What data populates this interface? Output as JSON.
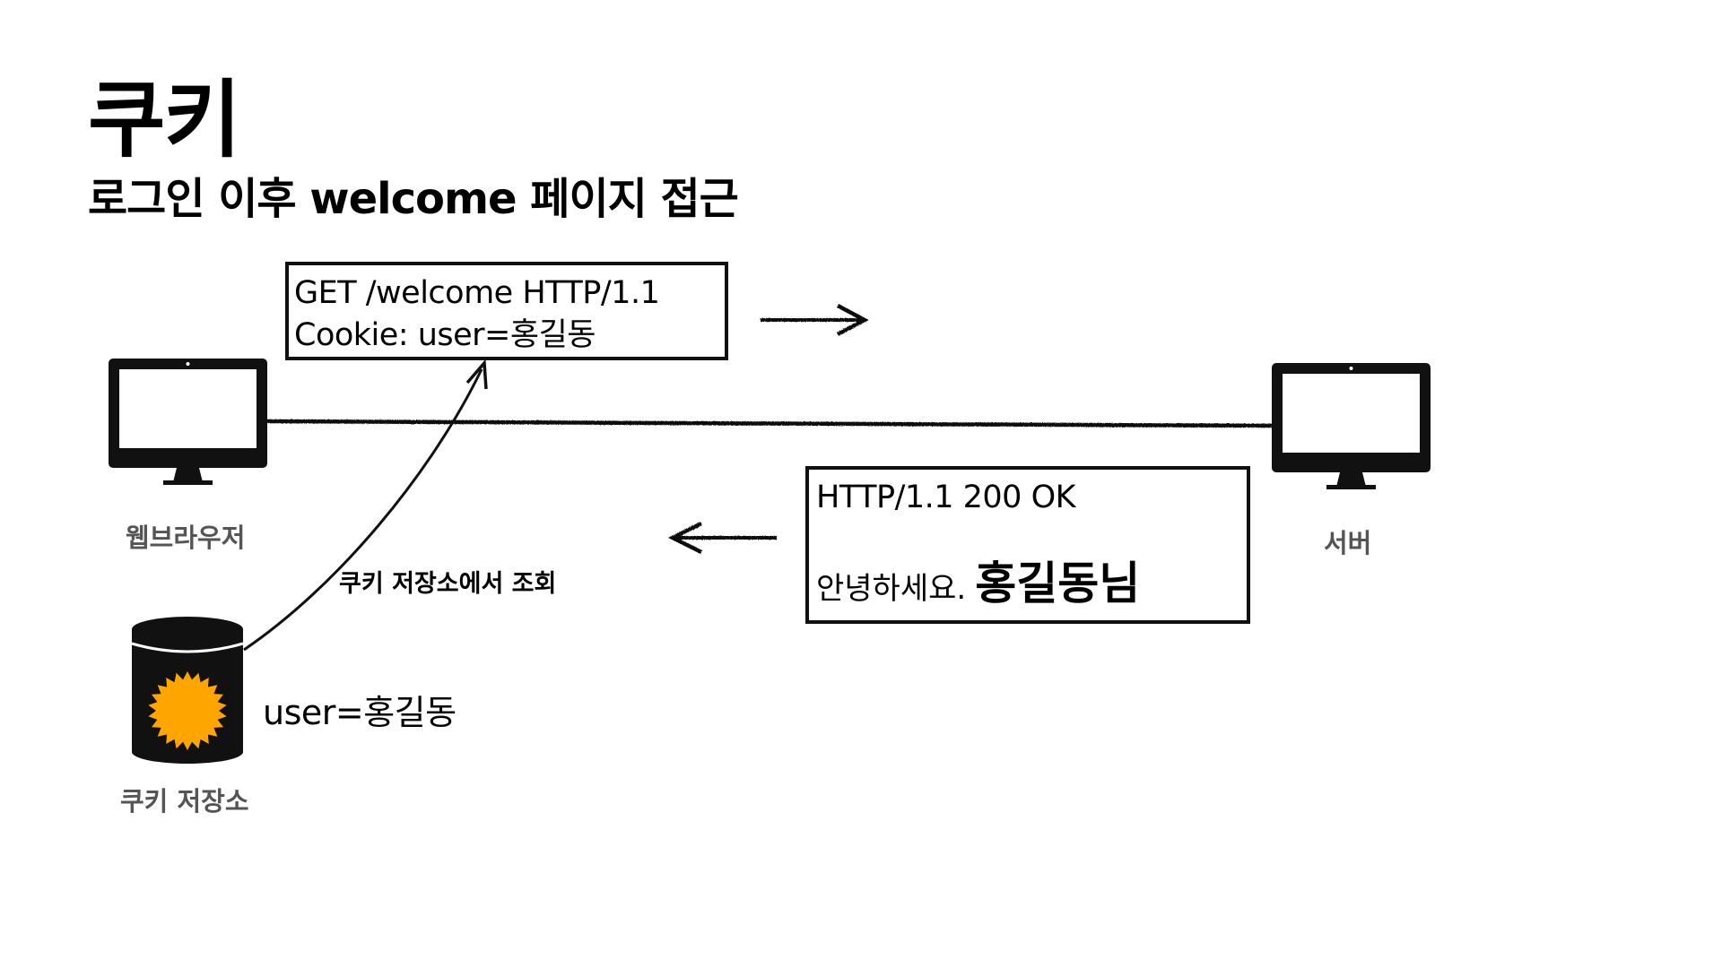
{
  "title": "쿠키",
  "subtitle": "로그인 이후 welcome 페이지 접근",
  "request": {
    "line1": "GET /welcome HTTP/1.1",
    "line2": "Cookie: user=홍길동"
  },
  "response": {
    "line1": "HTTP/1.1 200 OK",
    "greeting": "안녕하세요.",
    "name": "홍길동님"
  },
  "browser": {
    "label": "웹브라우저",
    "icon": "monitor-icon"
  },
  "server": {
    "label": "서버",
    "icon": "monitor-icon"
  },
  "cookie_store": {
    "label": "쿠키 저장소",
    "value": "user=홍길동",
    "icon": "database-cylinder-icon"
  },
  "lookup_label": "쿠키 저장소에서 조회",
  "colors": {
    "cookie": "#FFA500",
    "ink": "#111111",
    "caption": "#555555"
  }
}
